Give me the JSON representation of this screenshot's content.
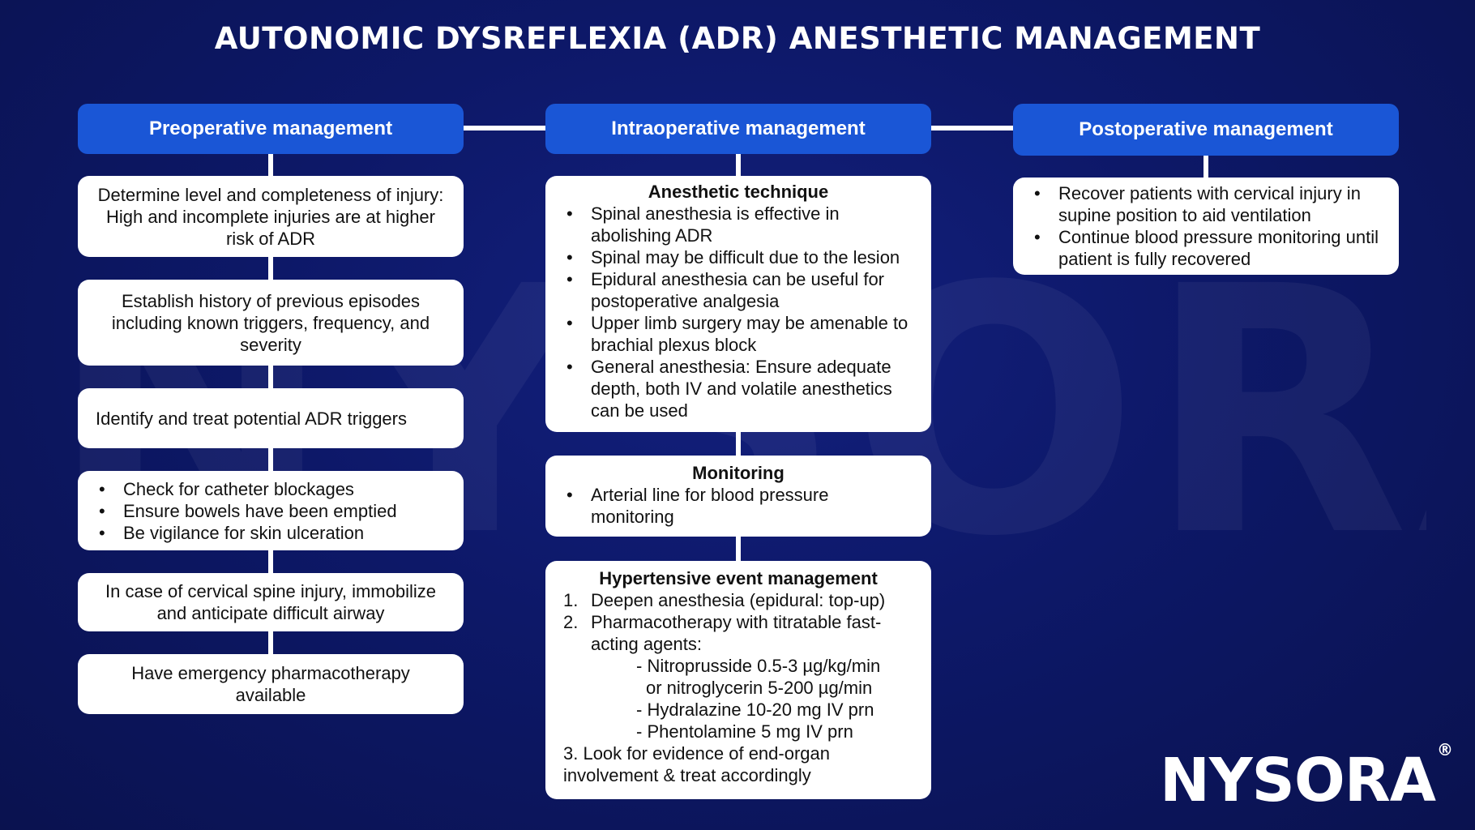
{
  "title": "AUTONOMIC DYSREFLEXIA (ADR) ANESTHETIC MANAGEMENT",
  "watermark": "NYSORA",
  "logo": {
    "text": "NYSORA",
    "reg": "®"
  },
  "colors": {
    "background": "#0d1868",
    "header": "#1a56d6",
    "card": "#ffffff"
  },
  "preop": {
    "header": "Preoperative management",
    "cards": [
      "Determine level and completeness of injury: High and incomplete injuries are at higher risk of ADR",
      "Establish history of previous episodes including known triggers, frequency, and severity",
      "Identify and treat potential ADR triggers",
      [
        "Check for catheter blockages",
        "Ensure bowels have been emptied",
        "Be vigilance for skin ulceration"
      ],
      "In case of cervical spine injury, immobilize and anticipate difficult airway",
      "Have emergency pharmacotherapy available"
    ]
  },
  "intraop": {
    "header": "Intraoperative management",
    "technique": {
      "title": "Anesthetic technique",
      "items": [
        "Spinal anesthesia is effective in abolishing ADR",
        "Spinal may be difficult due to the lesion",
        "Epidural anesthesia can be useful for postoperative analgesia",
        "Upper limb surgery may be amenable to brachial plexus block",
        "General anesthesia: Ensure adequate depth, both IV and volatile anesthetics can be used"
      ]
    },
    "monitoring": {
      "title": "Monitoring",
      "items": [
        "Arterial line for blood pressure monitoring"
      ]
    },
    "hypertensive": {
      "title": "Hypertensive event management",
      "item1_num": "1.",
      "item1": "Deepen anesthesia (epidural: top-up)",
      "item2_num": "2.",
      "item2": "Pharmacotherapy with titratable fast-acting agents:",
      "drug1a": "- Nitroprusside 0.5-3 µg/kg/min",
      "drug1b": "or nitroglycerin 5-200 µg/min",
      "drug2": "- Hydralazine 10-20 mg IV prn",
      "drug3": "- Phentolamine 5 mg IV prn",
      "item3": "3. Look for evidence of end-organ involvement & treat accordingly"
    }
  },
  "postop": {
    "header": "Postoperative management",
    "items": [
      "Recover patients with cervical injury in supine position to aid ventilation",
      "Continue blood pressure monitoring until patient is fully recovered"
    ]
  }
}
